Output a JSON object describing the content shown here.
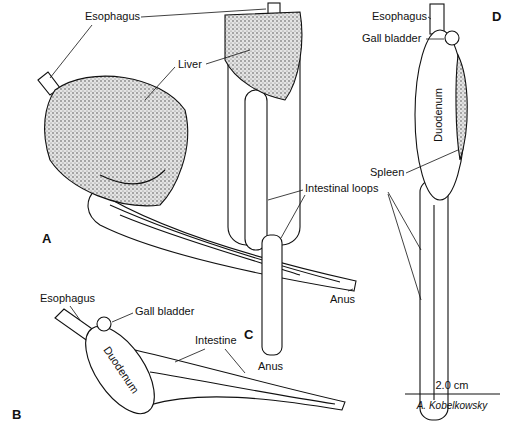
{
  "diagram": {
    "labels": [
      "Esophagus",
      "Liver",
      "A",
      "Intestinal loops",
      "Anus",
      "C",
      "Anus",
      "Esophagus",
      "Gall bladder",
      "Duodenum",
      "Intestine",
      "B",
      "Esophagus",
      "Gall bladder",
      "Duodenum",
      "Spleen",
      "D",
      "2.0 cm",
      "A. Kobelkowsky"
    ]
  }
}
